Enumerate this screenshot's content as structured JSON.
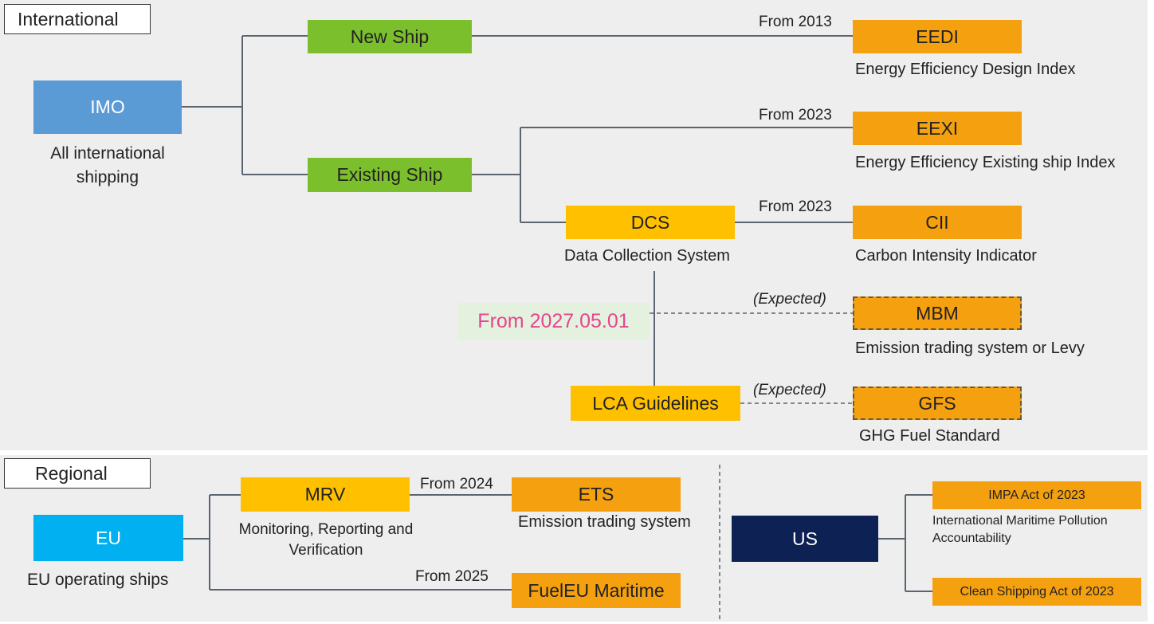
{
  "international": {
    "section_label": "International",
    "imo": {
      "label": "IMO",
      "caption": "All international shipping"
    },
    "new_ship": "New Ship",
    "existing_ship": "Existing Ship",
    "eedi": {
      "label": "EEDI",
      "caption": "Energy Efficiency Design Index",
      "from": "From 2013"
    },
    "eexi": {
      "label": "EEXI",
      "caption": "Energy Efficiency Existing ship Index",
      "from": "From 2023"
    },
    "dcs": {
      "label": "DCS",
      "caption": "Data Collection System"
    },
    "cii": {
      "label": "CII",
      "caption": "Carbon Intensity Indicator",
      "from": "From 2023"
    },
    "date_note": "From 2027.05.01",
    "mbm": {
      "label": "MBM",
      "caption": "Emission trading system or Levy",
      "expected": "(Expected)"
    },
    "lca": "LCA Guidelines",
    "gfs": {
      "label": "GFS",
      "caption": "GHG Fuel Standard",
      "expected": "(Expected)"
    }
  },
  "regional": {
    "section_label": "Regional",
    "eu": {
      "label": "EU",
      "caption": "EU operating ships"
    },
    "mrv": {
      "label": "MRV",
      "caption_line1": "Monitoring, Reporting and",
      "caption_line2": "Verification"
    },
    "ets": {
      "label": "ETS",
      "caption": "Emission trading system",
      "from": "From 2024"
    },
    "fueleu": {
      "label": "FuelEU Maritime",
      "from": "From 2025"
    },
    "us": {
      "label": "US"
    },
    "impa": {
      "label": "IMPA Act of 2023",
      "caption_line1": "International Maritime Pollution",
      "caption_line2": "Accountability"
    },
    "clean": {
      "label": "Clean Shipping Act of 2023"
    }
  },
  "colors": {
    "imo": "#5b9bd5",
    "green": "#7cbf2c",
    "yellow": "#ffc000",
    "orange": "#f5a00f",
    "eu": "#00b0f0",
    "us": "#0d2155",
    "note_text": "#e6458e",
    "connector": "#5a6570"
  }
}
